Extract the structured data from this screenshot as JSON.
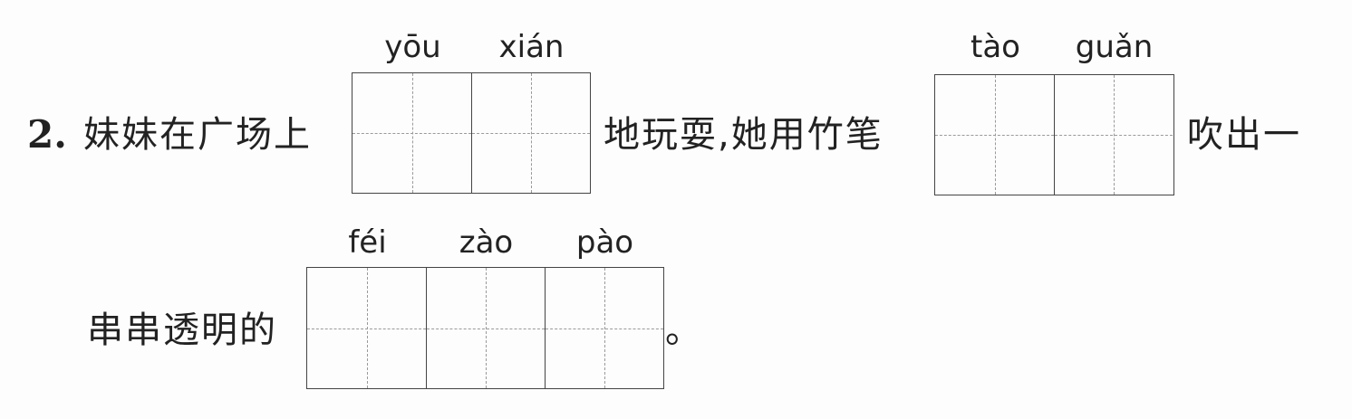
{
  "question": {
    "number": "2.",
    "line1": {
      "text_before": "妹妹在广场上",
      "blank1_pinyin": [
        "yōu",
        "xián"
      ],
      "text_middle": "地玩耍,她用竹笔",
      "blank2_pinyin": [
        "tào",
        "guǎn"
      ],
      "text_after": "吹出一"
    },
    "line2": {
      "text_before": "串串透明的",
      "blank3_pinyin": [
        "féi",
        "zào",
        "pào"
      ],
      "text_after": "。"
    }
  },
  "colors": {
    "text": "#222222",
    "grid_border": "#444444",
    "grid_guides": "#9a9a9a"
  }
}
